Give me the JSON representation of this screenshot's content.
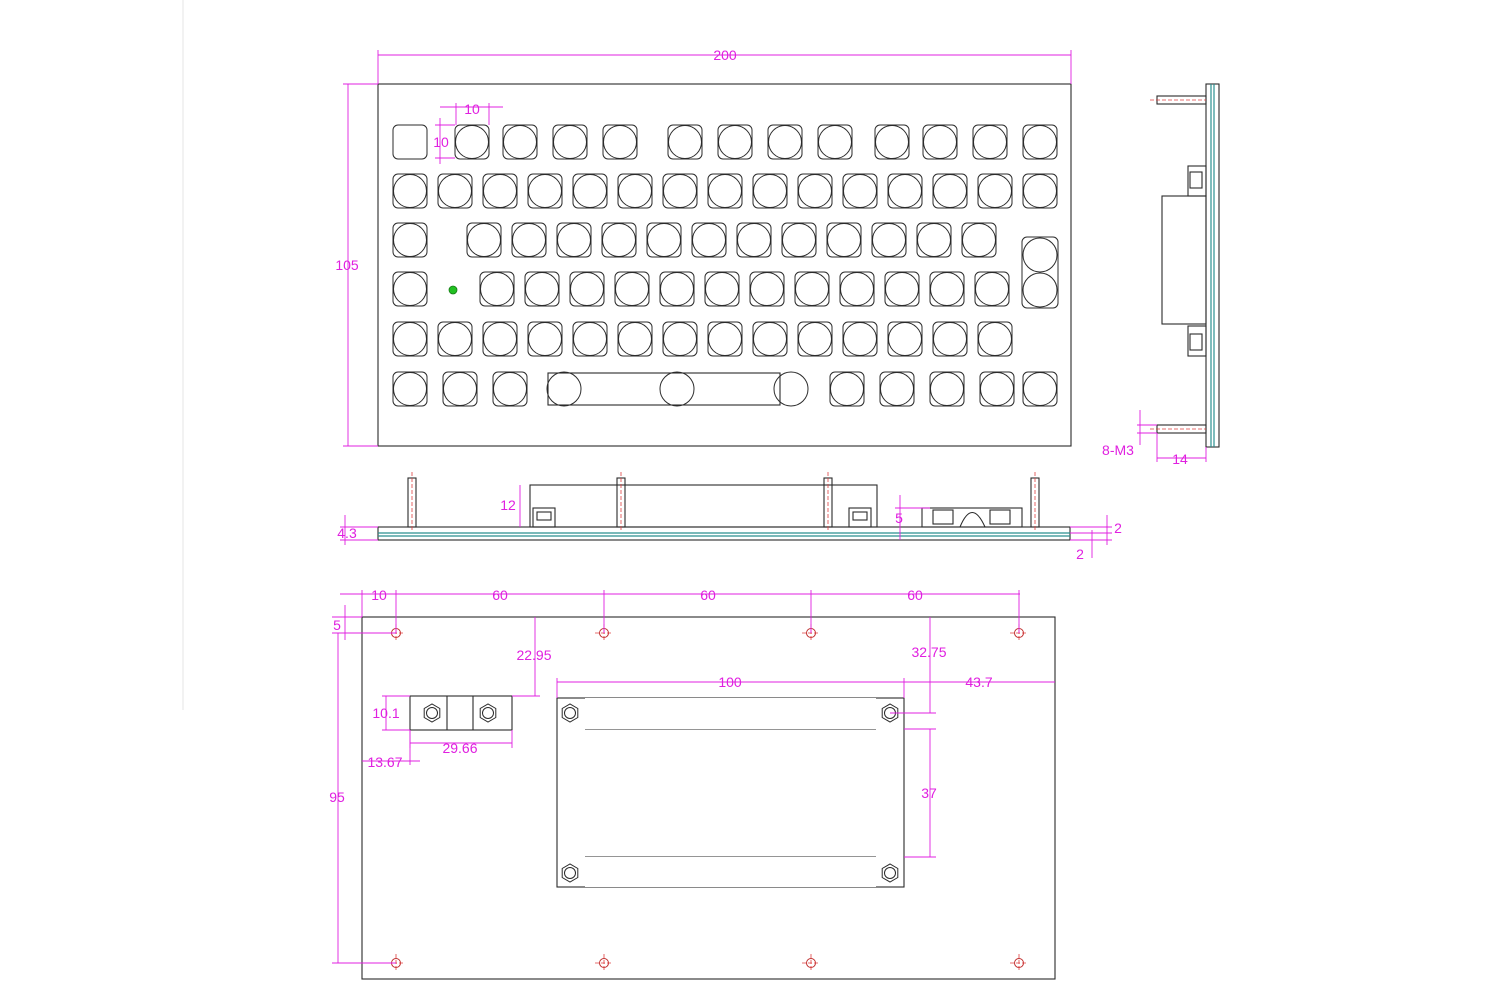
{
  "colors": {
    "dimension": "#e020e0",
    "outline": "#2b2b2b",
    "accent_key": "#e8140c",
    "led": "#22c022",
    "board_edge": "#2a8f8f",
    "center_line": "#e04040"
  },
  "front_view": {
    "width_dim": "200",
    "height_dim": "105",
    "key_width_dim": "10",
    "key_height_dim": "10"
  },
  "side_view": {
    "screw_label": "8-M3",
    "depth_dim": "14"
  },
  "bottom_view": {
    "height_dim_12": "12",
    "thickness_4_3": "4.3",
    "dim_5": "5",
    "dim_2_top": "2",
    "dim_2_bottom": "2"
  },
  "back_view": {
    "edge_offset_x": "10",
    "spacing_1": "60",
    "spacing_2": "60",
    "spacing_3": "60",
    "edge_offset_y": "5",
    "connector_offset_y": "22.95",
    "mount_offset_y": "32.75",
    "bracket_width": "100",
    "bracket_right_offset": "43.7",
    "connector_height": "10.1",
    "connector_width": "29.66",
    "connector_offset_x": "13.67",
    "bracket_height": "37",
    "panel_height": "95"
  }
}
